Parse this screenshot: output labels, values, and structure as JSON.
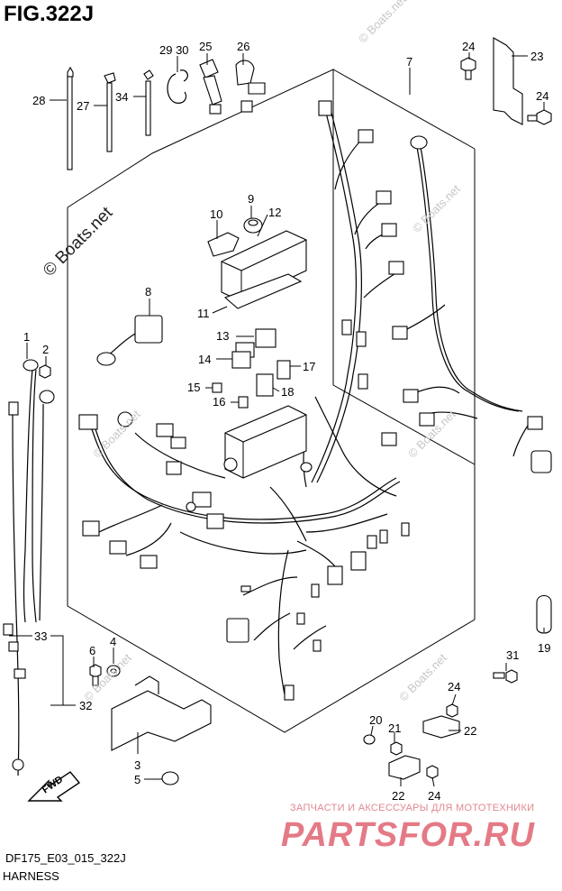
{
  "figure": {
    "title": "FIG.322J",
    "code": "DF175_E03_015_322J",
    "name": "HARNESS",
    "watermark_main": "© Boats.net",
    "watermark_small": "© Boats.net",
    "watermark_russian": "ЗАПЧАСТИ И АКСЕССУАРЫ ДЛЯ МОТОТЕХНИКИ",
    "watermark_brand": "PARTSFOR.RU",
    "fwd_label": "FWD",
    "watermark_color": "#e47a86"
  },
  "callouts": [
    {
      "id": "c1",
      "label": "1"
    },
    {
      "id": "c2",
      "label": "2"
    },
    {
      "id": "c3",
      "label": "3"
    },
    {
      "id": "c4",
      "label": "4"
    },
    {
      "id": "c5",
      "label": "5"
    },
    {
      "id": "c6",
      "label": "6"
    },
    {
      "id": "c7",
      "label": "7"
    },
    {
      "id": "c8",
      "label": "8"
    },
    {
      "id": "c9",
      "label": "9"
    },
    {
      "id": "c10",
      "label": "10"
    },
    {
      "id": "c11",
      "label": "11"
    },
    {
      "id": "c12",
      "label": "12"
    },
    {
      "id": "c13",
      "label": "13"
    },
    {
      "id": "c14",
      "label": "14"
    },
    {
      "id": "c15",
      "label": "15"
    },
    {
      "id": "c16",
      "label": "16"
    },
    {
      "id": "c17",
      "label": "17"
    },
    {
      "id": "c18",
      "label": "18"
    },
    {
      "id": "c19",
      "label": "19"
    },
    {
      "id": "c20",
      "label": "20"
    },
    {
      "id": "c21",
      "label": "21"
    },
    {
      "id": "c22a",
      "label": "22"
    },
    {
      "id": "c22b",
      "label": "22"
    },
    {
      "id": "c23",
      "label": "23"
    },
    {
      "id": "c24a",
      "label": "24"
    },
    {
      "id": "c24b",
      "label": "24"
    },
    {
      "id": "c24c",
      "label": "24"
    },
    {
      "id": "c24d",
      "label": "24"
    },
    {
      "id": "c25",
      "label": "25"
    },
    {
      "id": "c26",
      "label": "26"
    },
    {
      "id": "c27",
      "label": "27"
    },
    {
      "id": "c28",
      "label": "28"
    },
    {
      "id": "c2930",
      "label": "29 30"
    },
    {
      "id": "c31",
      "label": "31"
    },
    {
      "id": "c32",
      "label": "32"
    },
    {
      "id": "c33",
      "label": "33"
    },
    {
      "id": "c34",
      "label": "34"
    }
  ]
}
